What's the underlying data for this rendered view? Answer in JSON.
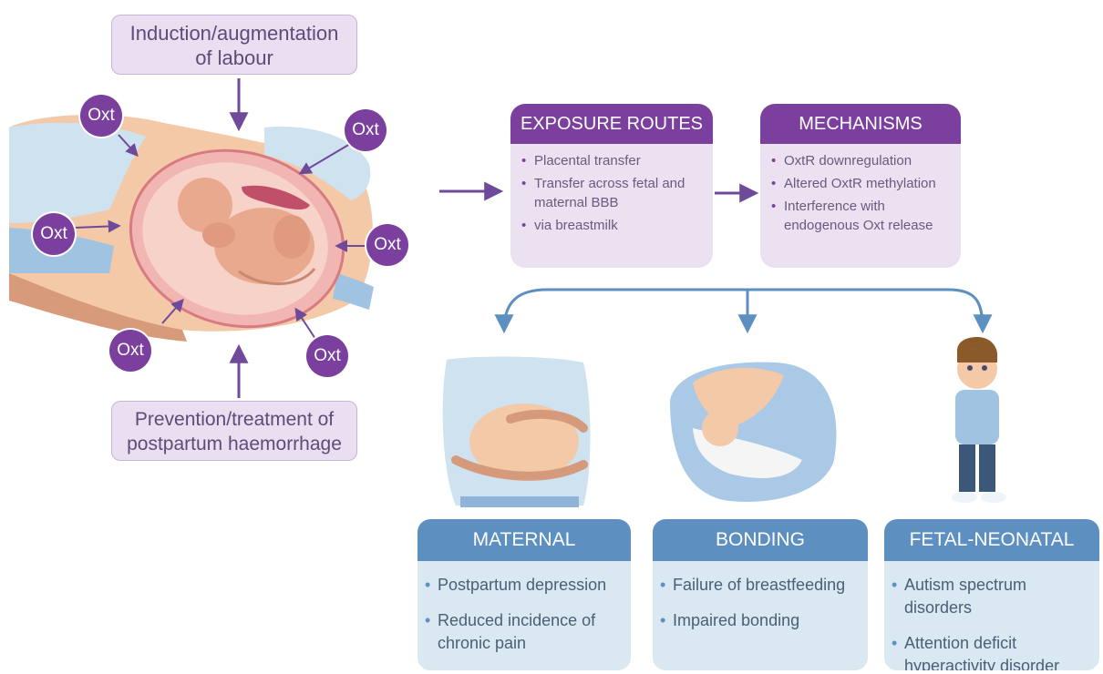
{
  "induction": {
    "line1": "Induction/augmentation",
    "line2": "of labour"
  },
  "prevention": {
    "line1": "Prevention/treatment of",
    "line2": "postpartum haemorrhage"
  },
  "oxt_label": "Oxt",
  "exposure": {
    "title": "EXPOSURE ROUTES",
    "items": [
      "Placental transfer",
      "Transfer across fetal and maternal BBB",
      "via breastmilk"
    ]
  },
  "mechanisms": {
    "title": "MECHANISMS",
    "items": [
      "OxtR downregulation",
      "Altered OxtR methylation",
      "Interference with endogenous Oxt release"
    ]
  },
  "maternal": {
    "title": "MATERNAL",
    "items": [
      "Postpartum depression",
      "Reduced incidence of chronic pain"
    ]
  },
  "bonding": {
    "title": "BONDING",
    "items": [
      "Failure of breastfeeding",
      "Impaired bonding"
    ]
  },
  "fetal": {
    "title": "FETAL-NEONATAL",
    "items": [
      "Autism spectrum disorders",
      "Attention deficit hyperactivity disorder"
    ]
  },
  "colors": {
    "purple": "#7b3f9e",
    "purple_light": "#ebe1f0",
    "blue": "#5d8fc1",
    "blue_light": "#d9e8f1",
    "arrow_purple": "#6f4a9a",
    "arrow_blue": "#5d8fc1"
  }
}
